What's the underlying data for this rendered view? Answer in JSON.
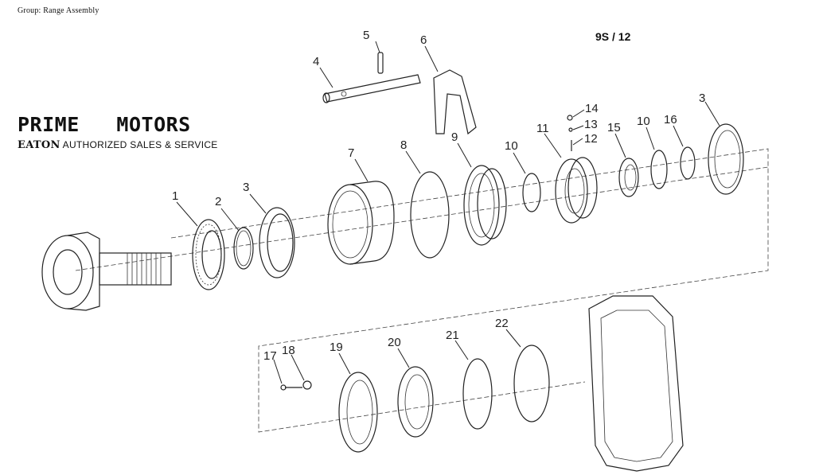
{
  "header": {
    "group": "Group: Range Assembly",
    "model": "9S / 12"
  },
  "branding": {
    "name": "PRIME   MOTORS",
    "sub_bold": "EATON",
    "sub_rest": " AUTHORIZED SALES & SERVICE"
  },
  "callouts": [
    "1",
    "2",
    "3",
    "3",
    "4",
    "5",
    "6",
    "7",
    "8",
    "9",
    "10",
    "10",
    "11",
    "12",
    "13",
    "14",
    "15",
    "16",
    "17",
    "18",
    "19",
    "20",
    "21",
    "22"
  ]
}
